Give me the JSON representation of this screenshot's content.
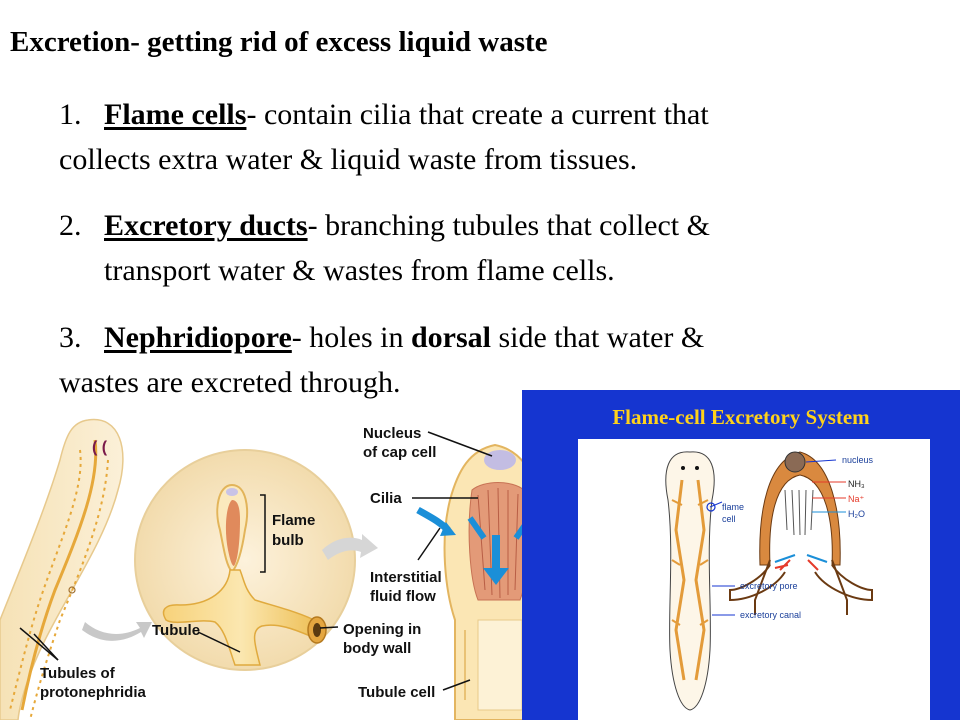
{
  "slide": {
    "title": "Excretion- getting rid of excess liquid waste",
    "items": [
      {
        "number": "1.",
        "term": "Flame cells",
        "text_line1": "- contain cilia that create a current that",
        "text_line2": "collects extra water & liquid waste from tissues."
      },
      {
        "number": "2.",
        "term": "Excretory ducts",
        "text_line1": "- branching tubules that collect &",
        "text_line2": "transport water & wastes from flame cells."
      },
      {
        "number": "3.",
        "term": "Nephridiopore",
        "text_a": "- holes in ",
        "text_bold": "dorsal",
        "text_b": " side that water &",
        "text_line2": "wastes are excreted through."
      }
    ]
  },
  "left_figure": {
    "labels": {
      "flame_bulb_1": "Flame",
      "flame_bulb_2": "bulb",
      "tubule": "Tubule",
      "tubules_of_1": "Tubules of",
      "tubules_of_2": "protonephridia",
      "nucleus_1": "Nucleus",
      "nucleus_2": "of cap cell",
      "cilia": "Cilia",
      "interstitial_1": "Interstitial",
      "interstitial_2": "fluid flow",
      "opening_1": "Opening in",
      "opening_2": "body wall",
      "tubule_cell": "Tubule cell"
    }
  },
  "inset_figure": {
    "title": "Flame-cell Excretory System",
    "labels": {
      "nucleus": "nucleus",
      "nh3": "NH₃",
      "na": "Na⁺",
      "h2o": "H₂O",
      "flame_1": "flame",
      "flame_2": "cell",
      "excretory_pore": "excretory pore",
      "excretory_canal": "excretory canal"
    },
    "colors": {
      "background": "#1535d0",
      "title": "#ffd21a"
    }
  }
}
